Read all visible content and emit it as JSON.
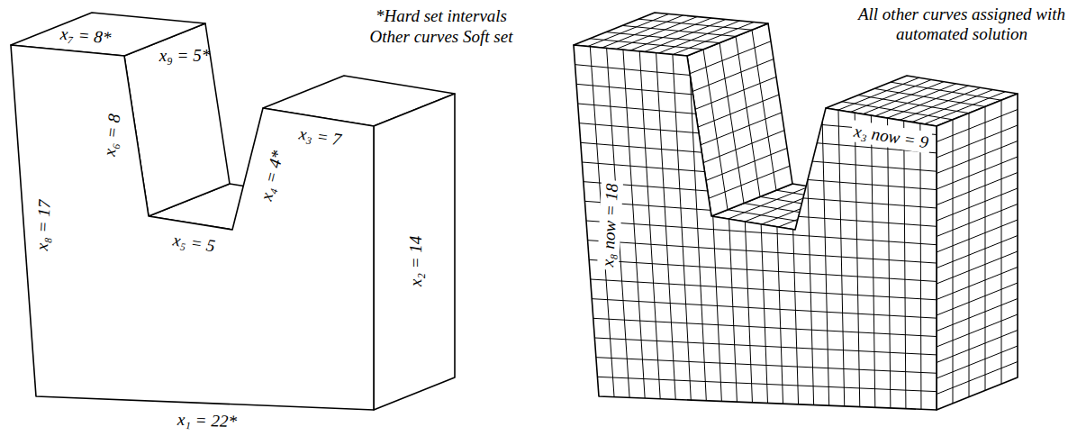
{
  "diagram": {
    "labels": [
      "*Hard set intervals",
      "Other curves Soft set",
      "x₇ = 8*",
      "x₉ = 5*",
      "x₆ = 8",
      "x₃ = 7",
      "x₈ = 17",
      "x₄ = 4*",
      "x₅ = 5",
      "x₂ = 14",
      "x₁ = 22*",
      "All other curves assigned with automated solution",
      "x₈ now = 18",
      "x₃ now = 9"
    ]
  }
}
